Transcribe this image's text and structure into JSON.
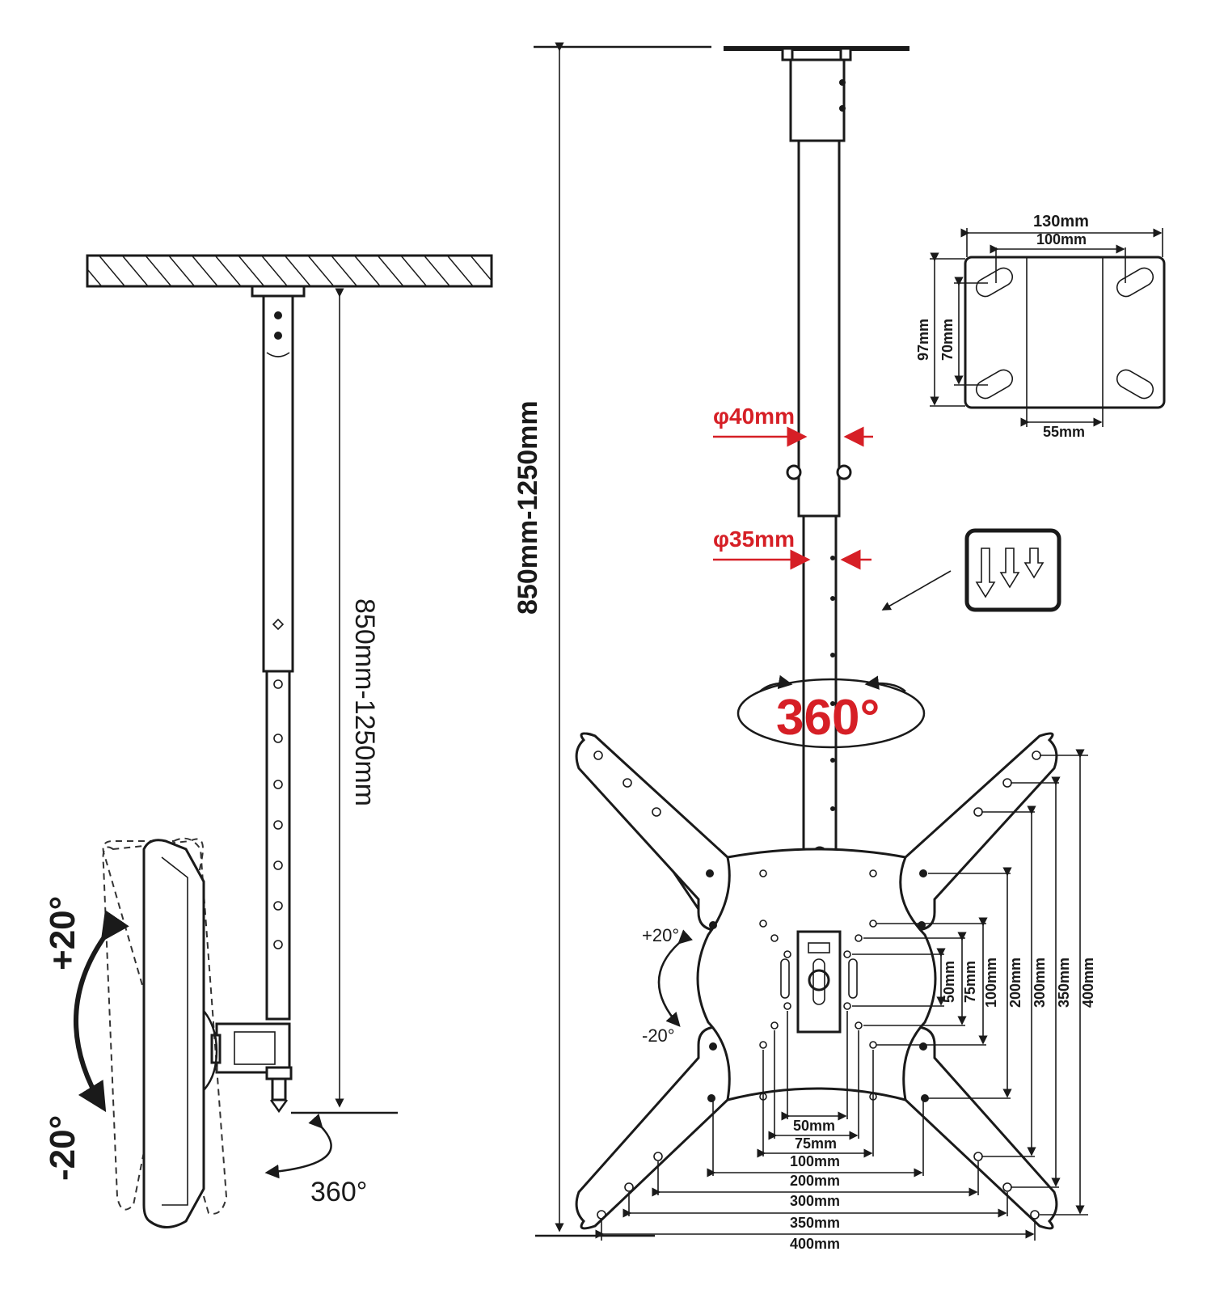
{
  "side_view": {
    "height_label": "850mm-1250mm",
    "tilt_up_label": "+20°",
    "tilt_down_label": "-20°",
    "rotation_label": "360°"
  },
  "front_view": {
    "height_label": "850mm-1250mm",
    "tube_outer_label": "φ40mm",
    "tube_inner_label": "φ35mm",
    "rotation_label": "360°",
    "tilt_up_label": "+20°",
    "tilt_down_label": "-20°",
    "vesa_horizontal": [
      "50mm",
      "75mm",
      "100mm",
      "200mm",
      "300mm",
      "350mm",
      "400mm"
    ],
    "vesa_vertical": [
      "50mm",
      "75mm",
      "100mm",
      "200mm",
      "300mm",
      "350mm",
      "400mm"
    ]
  },
  "ceiling_plate": {
    "outer_width": "130mm",
    "inner_width": "100mm",
    "outer_height": "97mm",
    "inner_height": "70mm",
    "bottom_width": "55mm"
  },
  "colors": {
    "accent": "#d61f26",
    "line": "#1a1a1a"
  }
}
